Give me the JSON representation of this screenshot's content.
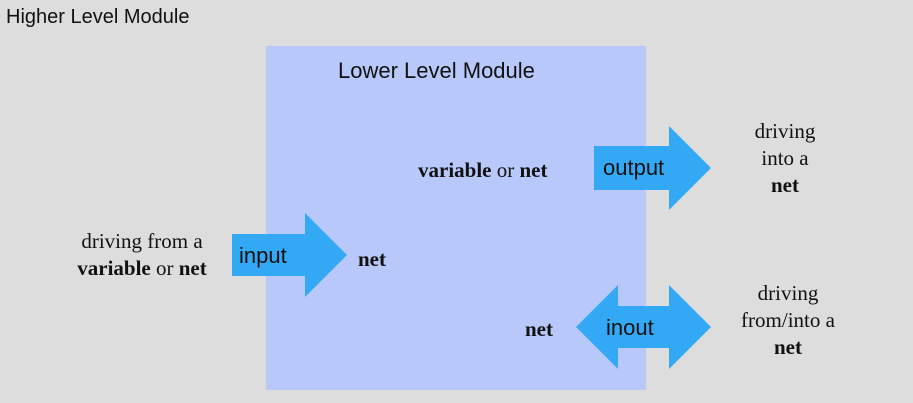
{
  "outer_module": {
    "title": "Higher Level Module"
  },
  "inner_module": {
    "title": "Lower Level Module"
  },
  "colors": {
    "background": "#dddddd",
    "inner_box": "#b8c8fb",
    "arrow": "#33a9f5"
  },
  "output_port": {
    "inside": {
      "word1": "variable",
      "conj": "or",
      "word2": "net"
    },
    "arrow_label": "output",
    "outside": {
      "line1": "driving",
      "line2": "into a",
      "line3": "net"
    }
  },
  "input_port": {
    "outside": {
      "line1": "driving from a",
      "word1": "variable",
      "conj": "or",
      "word2": "net"
    },
    "arrow_label": "input",
    "inside": "net"
  },
  "inout_port": {
    "inside": "net",
    "arrow_label": "inout",
    "outside": {
      "line1": "driving",
      "line2": "from/into a",
      "line3": "net"
    }
  }
}
